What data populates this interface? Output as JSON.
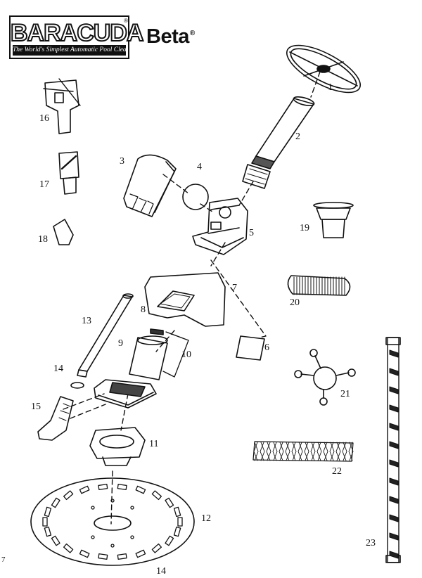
{
  "brand": {
    "name": "BARACUDA",
    "reg_mark": "®",
    "tagline": "The World's Simplest Automatic Pool Cleaners"
  },
  "model": {
    "name": "Beta",
    "reg_mark": "®"
  },
  "part_labels": [
    "1",
    "2",
    "3",
    "4",
    "5",
    "6",
    "7",
    "8",
    "9",
    "10",
    "11",
    "12",
    "13",
    "14",
    "15",
    "16",
    "17",
    "18",
    "19",
    "20",
    "21",
    "22",
    "23",
    "14"
  ],
  "page_marker": "7"
}
